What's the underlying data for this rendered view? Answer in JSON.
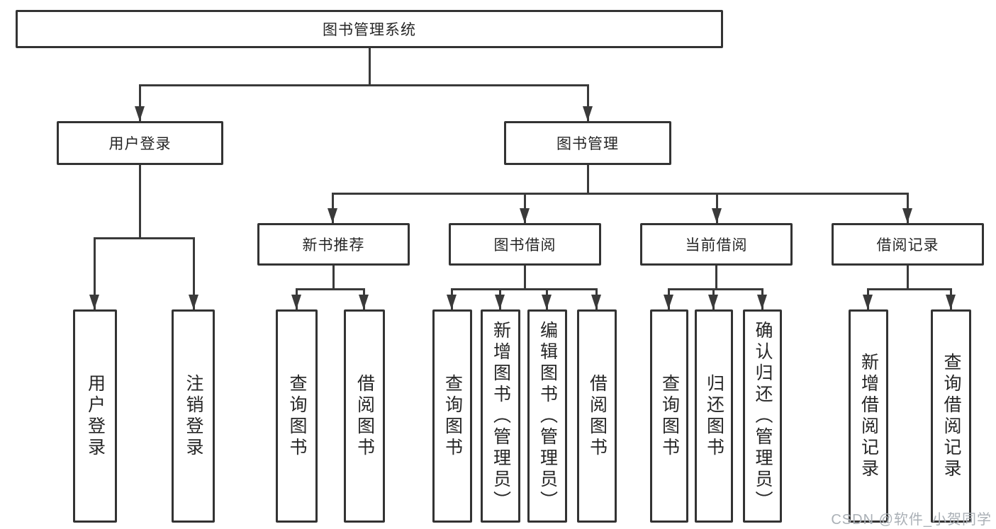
{
  "colors": {
    "background": "#ffffff",
    "line": "#3a3a3a",
    "box_border": "#333333",
    "text": "#262626",
    "watermark": "#aab0b6"
  },
  "watermark": {
    "text": "CSDN @软件_小贺同学"
  },
  "tree": {
    "label": "图书管理系统",
    "children": [
      {
        "label": "用户登录",
        "children": [
          {
            "label": "用户登录"
          },
          {
            "label": "注销登录"
          }
        ]
      },
      {
        "label": "图书管理",
        "children": [
          {
            "label": "新书推荐",
            "children": [
              {
                "label": "查询图书"
              },
              {
                "label": "借阅图书"
              }
            ]
          },
          {
            "label": "图书借阅",
            "children": [
              {
                "label": "查询图书"
              },
              {
                "label": "新增图书（管理员）"
              },
              {
                "label": "编辑图书（管理员）"
              },
              {
                "label": "借阅图书"
              }
            ]
          },
          {
            "label": "当前借阅",
            "children": [
              {
                "label": "查询图书"
              },
              {
                "label": "归还图书"
              },
              {
                "label": "确认归还（管理员）"
              }
            ]
          },
          {
            "label": "借阅记录",
            "children": [
              {
                "label": "新增借阅记录"
              },
              {
                "label": "查询借阅记录"
              }
            ]
          }
        ]
      }
    ]
  }
}
